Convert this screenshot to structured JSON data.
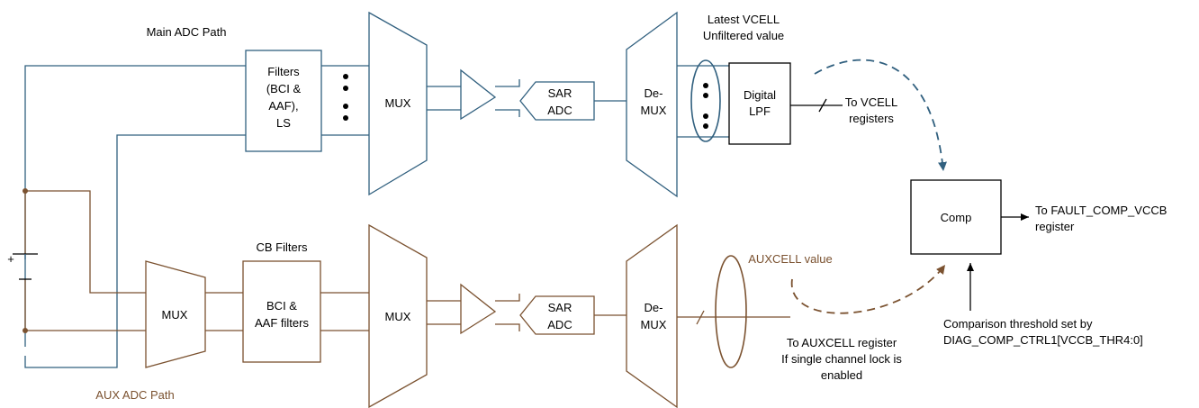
{
  "main_path": {
    "title": "Main ADC Path",
    "filters": [
      "Filters",
      "(BCI &",
      "AAF),",
      "LS"
    ],
    "mux": "MUX",
    "sar": [
      "SAR",
      "ADC"
    ],
    "demux": [
      "De-",
      "MUX"
    ],
    "vcell_label": [
      "Latest VCELL",
      "Unfiltered value"
    ],
    "lpf": [
      "Digital",
      "LPF"
    ],
    "to_vcell": [
      "To VCELL",
      "registers"
    ]
  },
  "aux_path": {
    "title": "AUX ADC Path",
    "mux_in": "MUX",
    "cb_title": "CB Filters",
    "cb_box": [
      "BCI &",
      "AAF filters"
    ],
    "mux": "MUX",
    "sar": [
      "SAR",
      "ADC"
    ],
    "demux": [
      "De-",
      "MUX"
    ],
    "auxcell_label": "AUXCELL value",
    "to_auxcell": [
      "To AUXCELL register",
      "If single channel lock is",
      "enabled"
    ]
  },
  "comp": {
    "label": "Comp",
    "output": [
      "To FAULT_COMP_VCCB",
      "register"
    ],
    "threshold": [
      "Comparison threshold set by",
      "DIAG_COMP_CTRL1[VCCB_THR4:0]"
    ]
  },
  "battery": {
    "plus": "+"
  },
  "colors": {
    "main": "#31607f",
    "aux": "#7b5230",
    "black": "#000000"
  }
}
